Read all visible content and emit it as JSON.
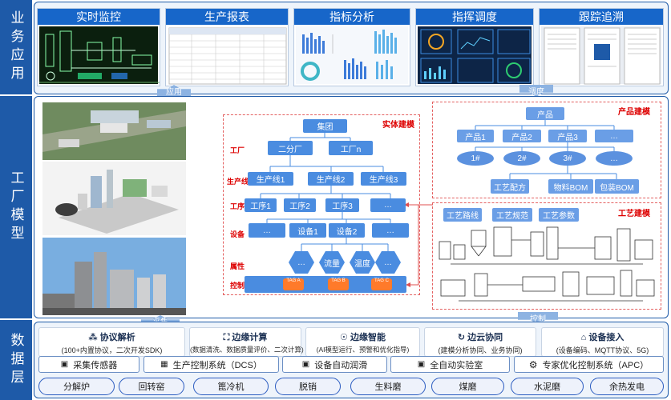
{
  "layers": {
    "business": "业务应用",
    "factory": "工厂模型",
    "data": "数据层"
  },
  "apps": [
    {
      "title": "实时监控",
      "icon": "process-monitor-screenshot"
    },
    {
      "title": "生产报表",
      "icon": "report-table-screenshot"
    },
    {
      "title": "指标分析",
      "icon": "bar-chart-screenshot"
    },
    {
      "title": "指挥调度",
      "icon": "dashboard-screenshot"
    },
    {
      "title": "跟踪追溯",
      "icon": "document-screenshot"
    }
  ],
  "arrows": {
    "apply": "应用",
    "dispatch": "调度",
    "collect": "采集",
    "control": "控制"
  },
  "entity_model": {
    "label": "实体建模",
    "group": "集团",
    "level_factory": "工厂",
    "level_line": "生产线",
    "level_process": "工序",
    "level_device": "设备",
    "level_attr": "属性",
    "level_control": "控制",
    "factories": [
      "二分厂",
      "工厂n"
    ],
    "lines": [
      "生产线1",
      "生产线2",
      "生产线3"
    ],
    "processes": [
      "工序1",
      "工序2",
      "工序3",
      "…"
    ],
    "devices": [
      "…",
      "设备1",
      "设备2",
      "…"
    ],
    "attrs": [
      "…",
      "流量",
      "温度",
      "…"
    ],
    "tags": [
      "TAG A",
      "TAG B",
      "TAG C"
    ]
  },
  "product_model": {
    "label": "产品建模",
    "root": "产品",
    "products": [
      "产品1",
      "产品2",
      "产品3",
      "…"
    ],
    "grades": [
      "1#",
      "2#",
      "3#",
      "…"
    ],
    "boms": [
      "工艺配方",
      "物料BOM",
      "包装BOM"
    ]
  },
  "process_model": {
    "label": "工艺建模",
    "items": [
      "工艺路线",
      "工艺规范",
      "工艺参数"
    ]
  },
  "capabilities": [
    {
      "title": "协议解析",
      "sub": "(100+内置协议，二次开发SDK)",
      "icon": "network-icon"
    },
    {
      "title": "边缘计算",
      "sub": "(数据清洗、数据质量评价、二次计算)",
      "icon": "edge-compute-icon"
    },
    {
      "title": "边缘智能",
      "sub": "(AI模型运行、预警和优化指导)",
      "icon": "brain-icon"
    },
    {
      "title": "边云协同",
      "sub": "(建模分析协同、业务协同)",
      "icon": "cloud-sync-icon"
    },
    {
      "title": "设备接入",
      "sub": "(设备编码、MQTT协议、5G)",
      "icon": "router-icon"
    }
  ],
  "systems": [
    {
      "label": "采集传感器",
      "icon": "sensor-icon"
    },
    {
      "label": "生产控制系统（DCS）",
      "icon": "dcs-icon"
    },
    {
      "label": "设备自动润滑",
      "icon": "lubrication-icon"
    },
    {
      "label": "全自动实验室",
      "icon": "lab-icon"
    },
    {
      "label": "专家优化控制系统（APC）",
      "icon": "gear-icon"
    }
  ],
  "equipment": [
    "分解炉",
    "回转窑",
    "篦冷机",
    "脱销",
    "生料磨",
    "煤磨",
    "水泥磨",
    "余热发电"
  ],
  "colors": {
    "primary": "#1e5aa8",
    "node": "#4a8ce0",
    "accent_red": "#dd0000",
    "tag_orange": "#ff7a2a"
  }
}
